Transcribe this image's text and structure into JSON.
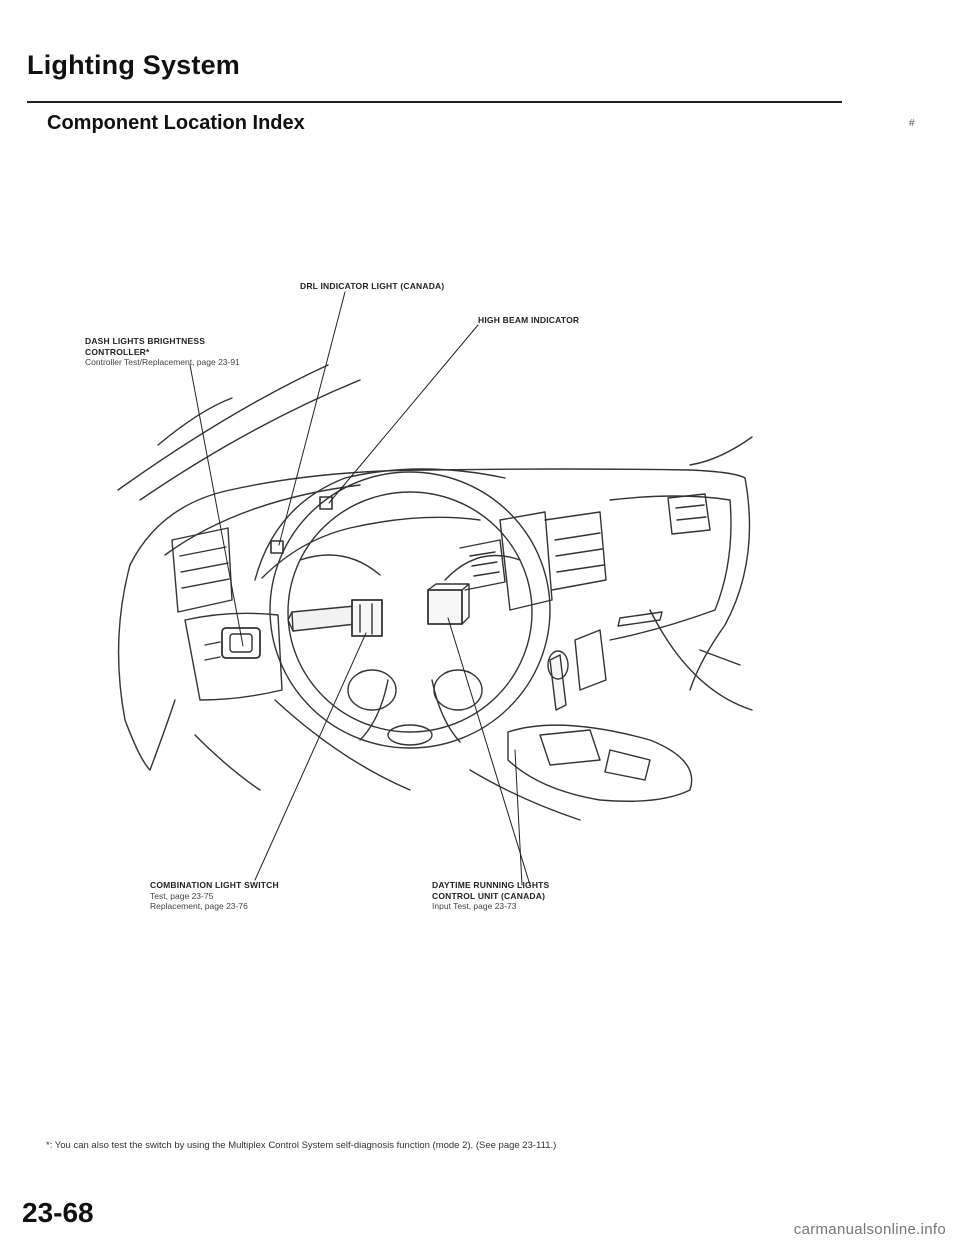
{
  "header": {
    "title": "Lighting System",
    "subtitle": "Component Location Index",
    "mark": "#"
  },
  "callouts": {
    "drl_indicator": {
      "title": "DRL INDICATOR LIGHT (Canada)"
    },
    "high_beam": {
      "title": "HIGH BEAM INDICATOR"
    },
    "dash_controller": {
      "title_line1": "DASH LIGHTS BRIGHTNESS",
      "title_line2": "CONTROLLER*",
      "ref1": "Controller Test/Replacement, page 23-91"
    },
    "combination_switch": {
      "title": "COMBINATION LIGHT SWITCH",
      "ref1": "Test, page 23-75",
      "ref2": "Replacement, page 23-76"
    },
    "drl_control_unit": {
      "title_line1": "DAYTIME RUNNING LIGHTS",
      "title_line2": "CONTROL UNIT (Canada)",
      "ref1": "Input Test, page 23-73"
    }
  },
  "footnote": "*: You can also test the switch by using the Multiplex Control System self-diagnosis function (mode 2). (See page 23-111.)",
  "footer": {
    "page_number": "23-68",
    "watermark": "carmanualsonline.info"
  }
}
